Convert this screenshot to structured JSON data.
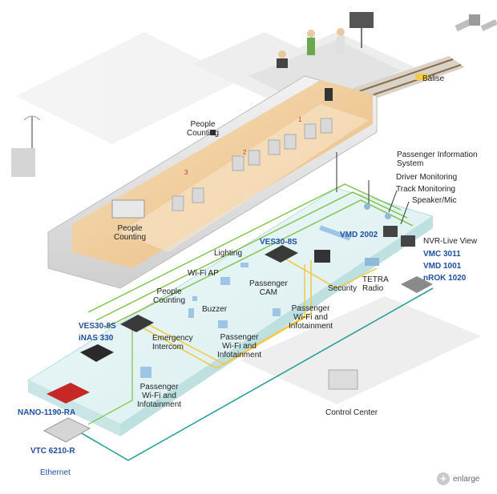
{
  "labels": {
    "balise": "Balise",
    "people_counting_car": "People\nCounting",
    "people_counting_box": "People\nCounting",
    "passenger_info_system": "Passenger Information\nSystem",
    "driver_monitoring": "Driver Monitoring",
    "track_monitoring": "Track Monitoring",
    "speaker_mic": "Speaker/Mic",
    "nvr_live_view": "NVR-Live View",
    "vmc_3011": "VMC 3011",
    "vmd_1001": "VMD 1001",
    "nrok_1020": "nROK 1020",
    "vmd_2002": "VMD 2002",
    "ves30_8s_top": "VES30-8S",
    "lighting": "Lighting",
    "wifi_ap": "Wi-Fi AP",
    "passenger_cam": "Passenger\nCAM",
    "security": "Security",
    "tetra_radio": "TETRA\nRadio",
    "people_counting_floor": "People\nCounting",
    "buzzer": "Buzzer",
    "passenger_wifi_infotainment_right": "Passenger\nWi-Fi and\nInfotainment",
    "ves30_8s_left": "VES30-8S",
    "inas_330": "iNAS 330",
    "emergency_intercom": "Emergency\nIntercom",
    "passenger_wifi_infotainment_mid": "Passenger\nWi-Fi and\nInfotainment",
    "passenger_wifi_infotainment_left": "Passenger\nWi-Fi and\nInfotainment",
    "control_center": "Control Center",
    "nano_1190_ra": "NANO-1190-RA",
    "vtc_6210_r": "VTC 6210-R",
    "ethernet": "Ethernet",
    "seat_numbers": [
      "1",
      "2",
      "3"
    ]
  },
  "enlarge": {
    "label": "enlarge"
  },
  "colors": {
    "product_blue": "#1f4fa0",
    "line_green": "#7ac143",
    "line_yellow": "#f2c94c",
    "line_teal": "#2aa29a",
    "floor_glass": "#dff1f2",
    "cabin_wood": "#f3d3a6"
  }
}
